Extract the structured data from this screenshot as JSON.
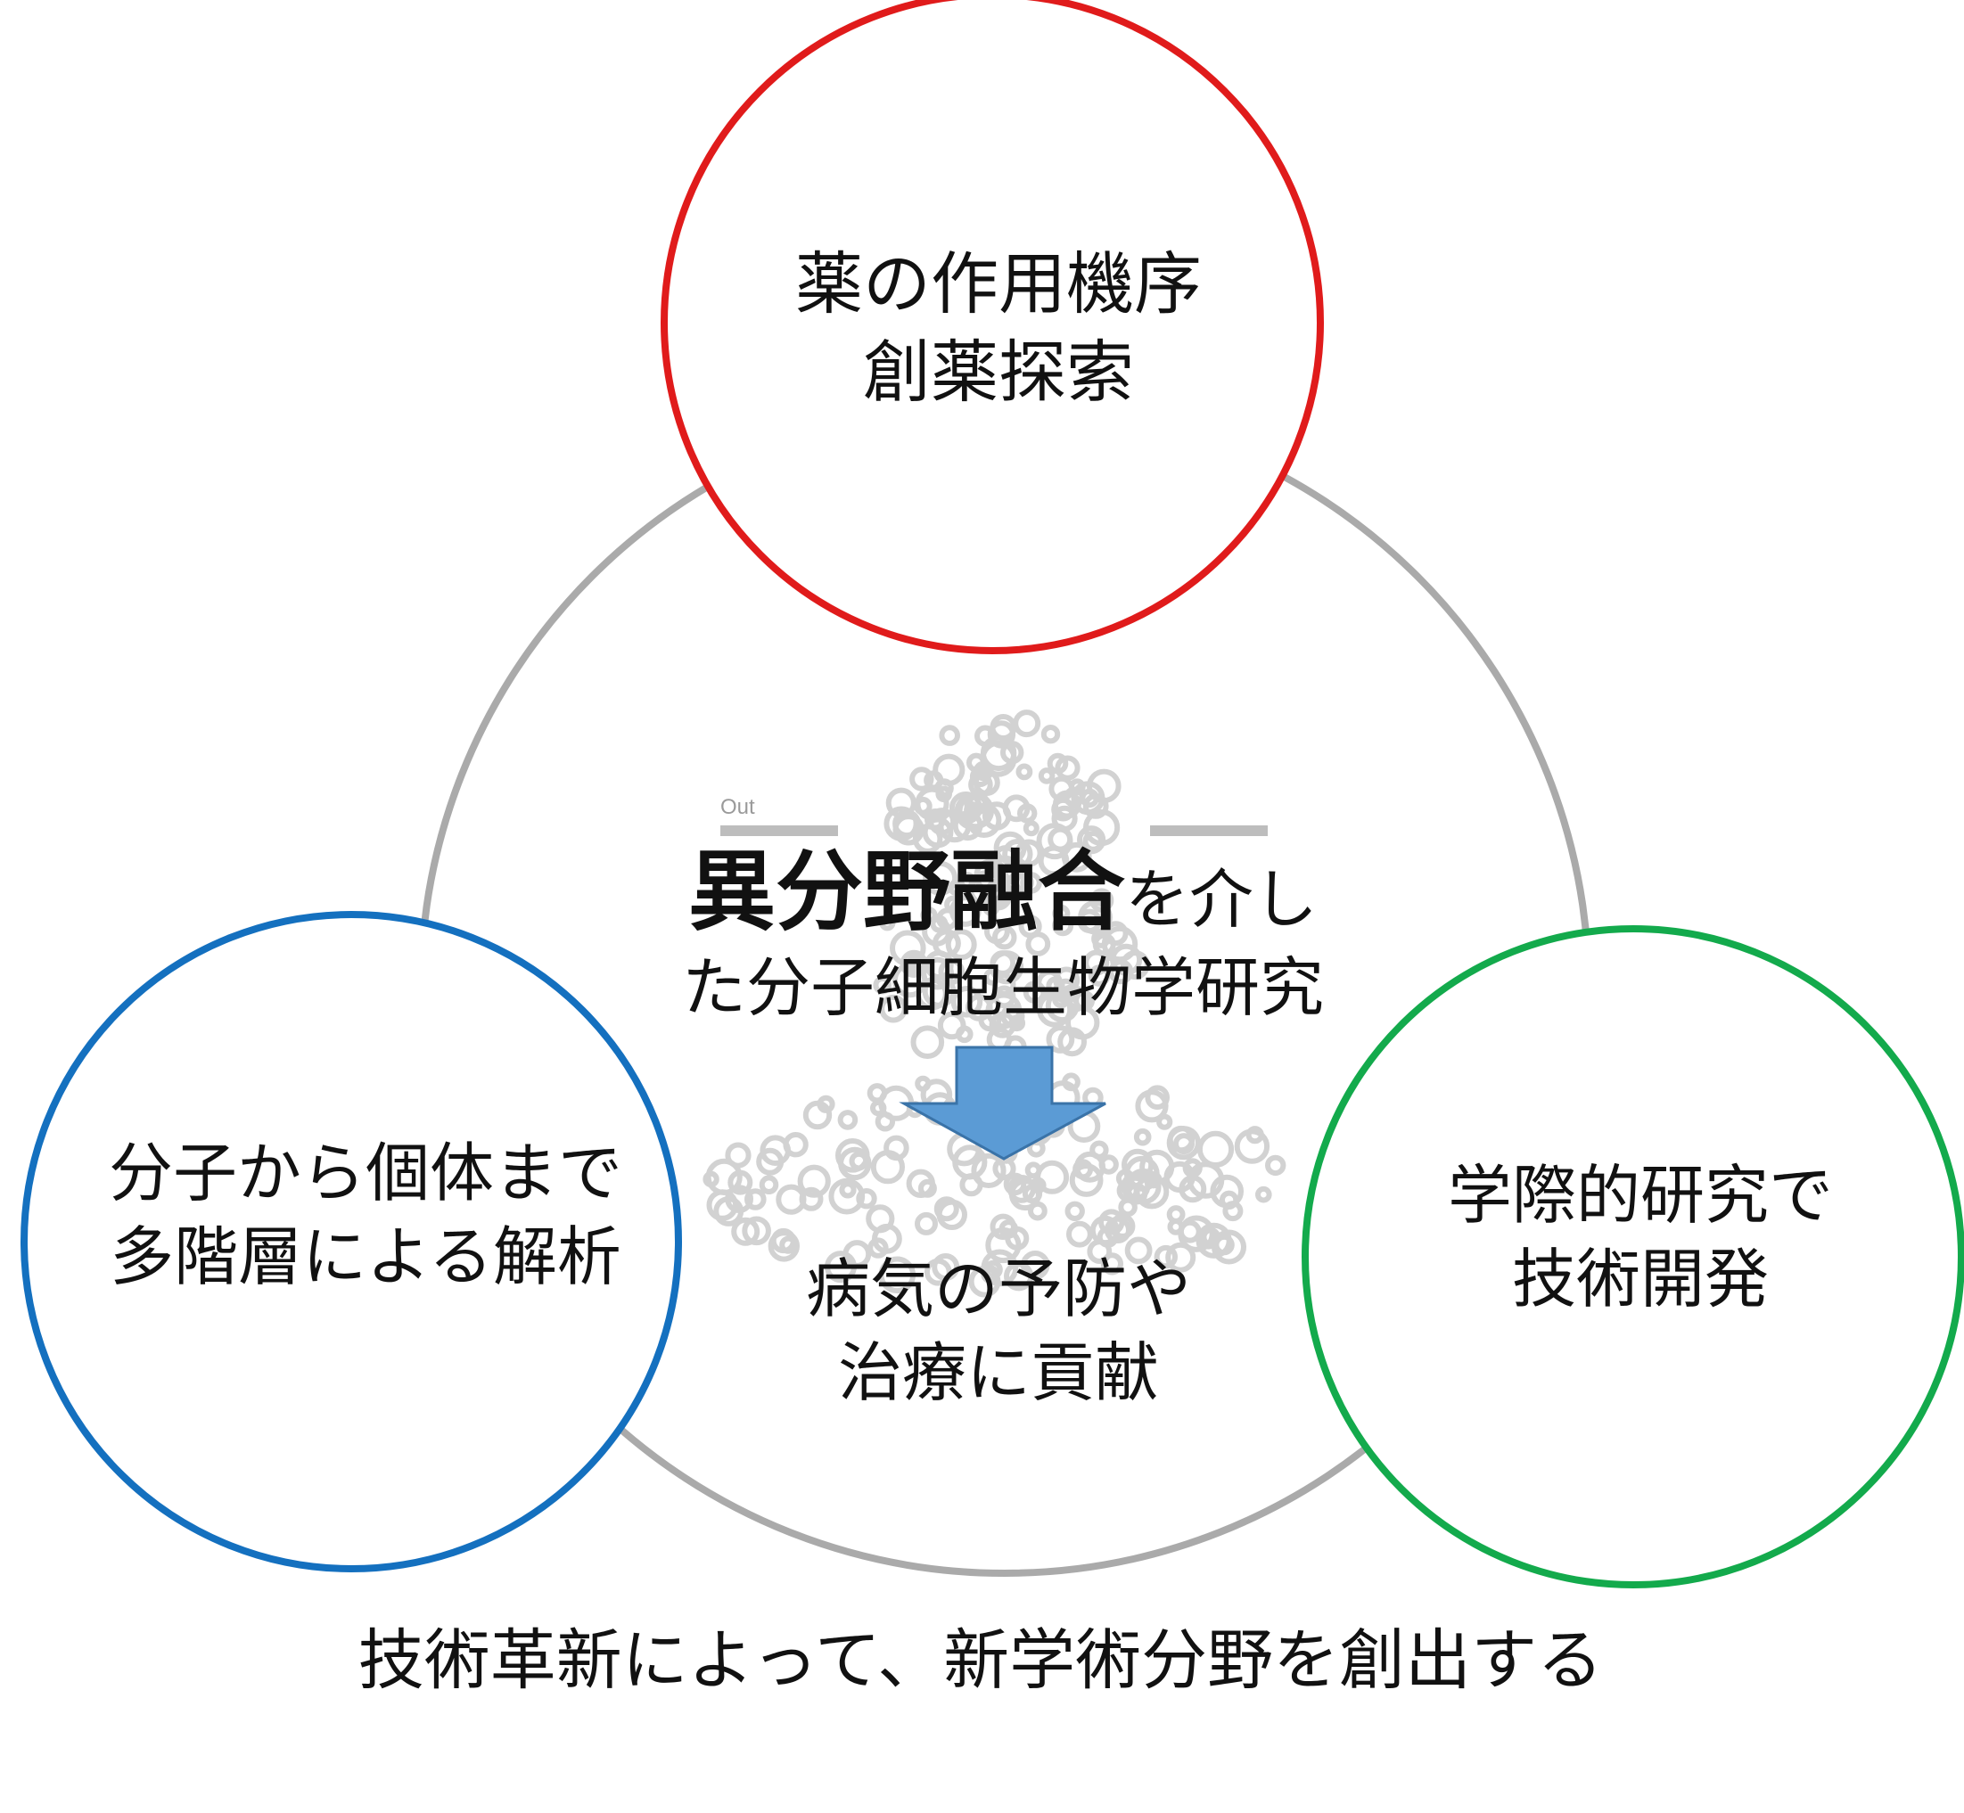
{
  "colors": {
    "outer_ring": "#aaaaaa",
    "top_circle": "#e01b1b",
    "left_circle": "#1470bf",
    "right_circle": "#13aa4c",
    "arrow_fill": "#5b9bd5",
    "arrow_stroke": "#3a73a8",
    "background_structure": "#d2d2d2"
  },
  "top_circle": {
    "line1": "薬の作用機序",
    "line2": "創薬探索"
  },
  "left_circle": {
    "line1": "分子から個体まで",
    "line2": "多階層による解析"
  },
  "right_circle": {
    "line1": "学際的研究で",
    "line2": "技術開発"
  },
  "center": {
    "emphasis": "異分野融合",
    "rest1": "を介し",
    "line2": "た分子細胞生物学研究"
  },
  "result": {
    "line1": "病気の予防や",
    "line2": "治療に貢献"
  },
  "structure_label": "Out",
  "bottom_caption": "技術革新によって、新学術分野を創出する",
  "icons": {
    "arrow": "arrow-down-icon",
    "background": "protein-structure-image"
  }
}
